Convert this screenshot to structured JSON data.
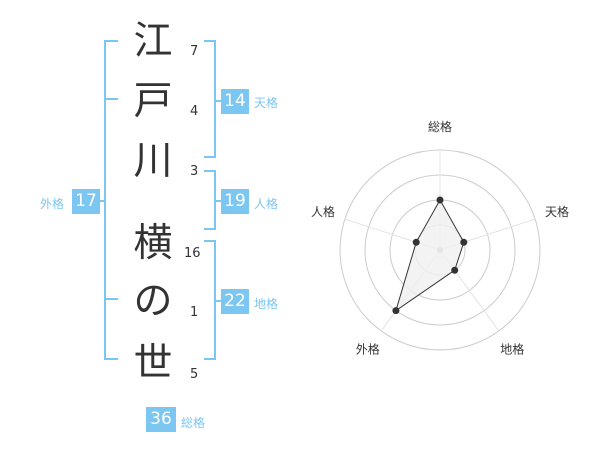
{
  "name": {
    "characters": [
      "江",
      "戸",
      "川",
      "横",
      "の",
      "世"
    ],
    "stroke_counts": [
      "7",
      "4",
      "3",
      "16",
      "1",
      "5"
    ]
  },
  "grids": {
    "tenkaku": {
      "value": "14",
      "label": "天格"
    },
    "jinkaku": {
      "value": "19",
      "label": "人格"
    },
    "chikaku": {
      "value": "22",
      "label": "地格"
    },
    "gaikaku": {
      "value": "17",
      "label": "外格"
    },
    "soukaku": {
      "value": "36",
      "label": "総格"
    }
  },
  "colors": {
    "accent": "#7cc6f2",
    "text": "#333333",
    "ring": "#cccccc",
    "fill": "#f0f0f0"
  },
  "chart_data": {
    "type": "radar",
    "axes": [
      "総格",
      "天格",
      "地格",
      "外格",
      "人格"
    ],
    "rings": 4,
    "values": [
      2,
      1,
      1,
      3,
      1
    ],
    "max": 4
  }
}
